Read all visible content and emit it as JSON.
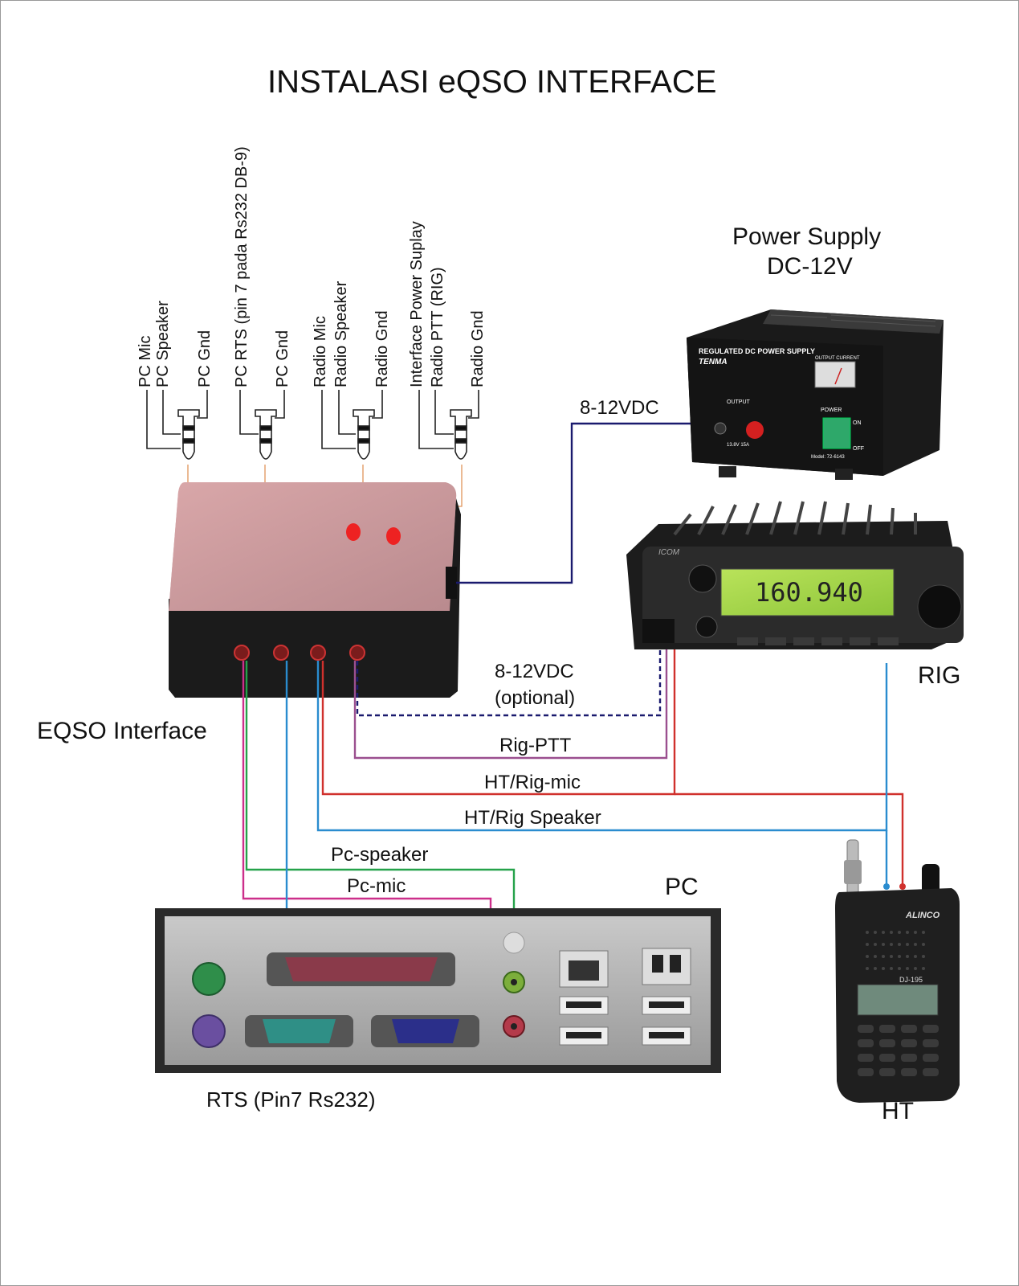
{
  "title": "INSTALASI eQSO INTERFACE",
  "jack_labels": {
    "pc_mic": "PC Mic",
    "pc_speaker": "PC Speaker",
    "pc_gnd_1": "PC Gnd",
    "pc_rts": "PC RTS (pin 7 pada Rs232 DB-9)",
    "pc_gnd_2": "PC Gnd",
    "radio_mic": "Radio Mic",
    "radio_speaker": "Radio Speaker",
    "radio_gnd_1": "Radio Gnd",
    "interface_power": "Interface Power Suplay",
    "radio_ptt": "Radio PTT (RIG)",
    "radio_gnd_2": "Radio Gnd"
  },
  "power_supply": {
    "label_line1": "Power Supply",
    "label_line2": "DC-12V",
    "brand": "TENMA",
    "panel_title": "REGULATED DC POWER SUPPLY",
    "meter_label": "OUTPUT CURRENT",
    "output_label": "OUTPUT",
    "power_label": "POWER",
    "on_label": "ON",
    "off_label": "OFF",
    "rating": "13.8V 15A",
    "model": "Model: 72-6143"
  },
  "rig": {
    "label": "RIG",
    "display": "160.940",
    "brand": "ICOM"
  },
  "ht": {
    "label": "HT",
    "brand": "ALINCO",
    "model": "DJ-195"
  },
  "eqso": {
    "label": "EQSO Interface"
  },
  "pc": {
    "label": "PC",
    "rts_caption": "RTS (Pin7 Rs232)"
  },
  "wires": {
    "power_main": "8-12VDC",
    "power_optional_1": "8-12VDC",
    "power_optional_2": "(optional)",
    "rig_ptt": "Rig-PTT",
    "rig_mic": "HT/Rig-mic",
    "rig_speaker": "HT/Rig Speaker",
    "pc_speaker": "Pc-speaker",
    "pc_mic": "Pc-mic"
  },
  "colors": {
    "power_wire": "#1a1a6e",
    "ptt_wire": "#9b4f8f",
    "mic_wire": "#d0312d",
    "speaker_wire": "#2a8ccf",
    "pc_speaker_wire": "#25a24a",
    "pc_mic_wire": "#cc2f8a",
    "jack_leads": "#e0955a"
  }
}
